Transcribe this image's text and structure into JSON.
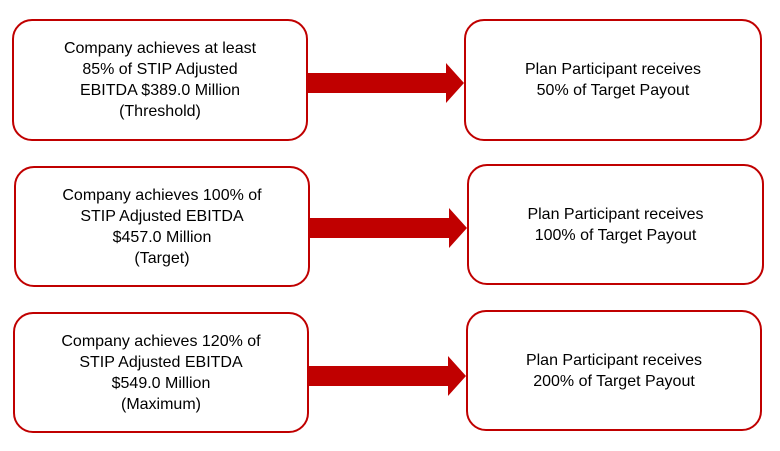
{
  "rows": [
    {
      "condition": "Company achieves at least\n85% of STIP Adjusted\nEBITDA $389.0 Million\n(Threshold)",
      "result": "Plan Participant receives\n50% of Target Payout"
    },
    {
      "condition": "Company achieves 100% of\nSTIP Adjusted EBITDA\n$457.0 Million\n(Target)",
      "result": "Plan Participant receives\n100% of Target Payout"
    },
    {
      "condition": "Company achieves 120% of\nSTIP Adjusted EBITDA\n$549.0 Million\n(Maximum)",
      "result": "Plan Participant receives\n200% of Target Payout"
    }
  ],
  "colors": {
    "accent": "#c00000",
    "text": "#000000",
    "background": "#ffffff"
  }
}
